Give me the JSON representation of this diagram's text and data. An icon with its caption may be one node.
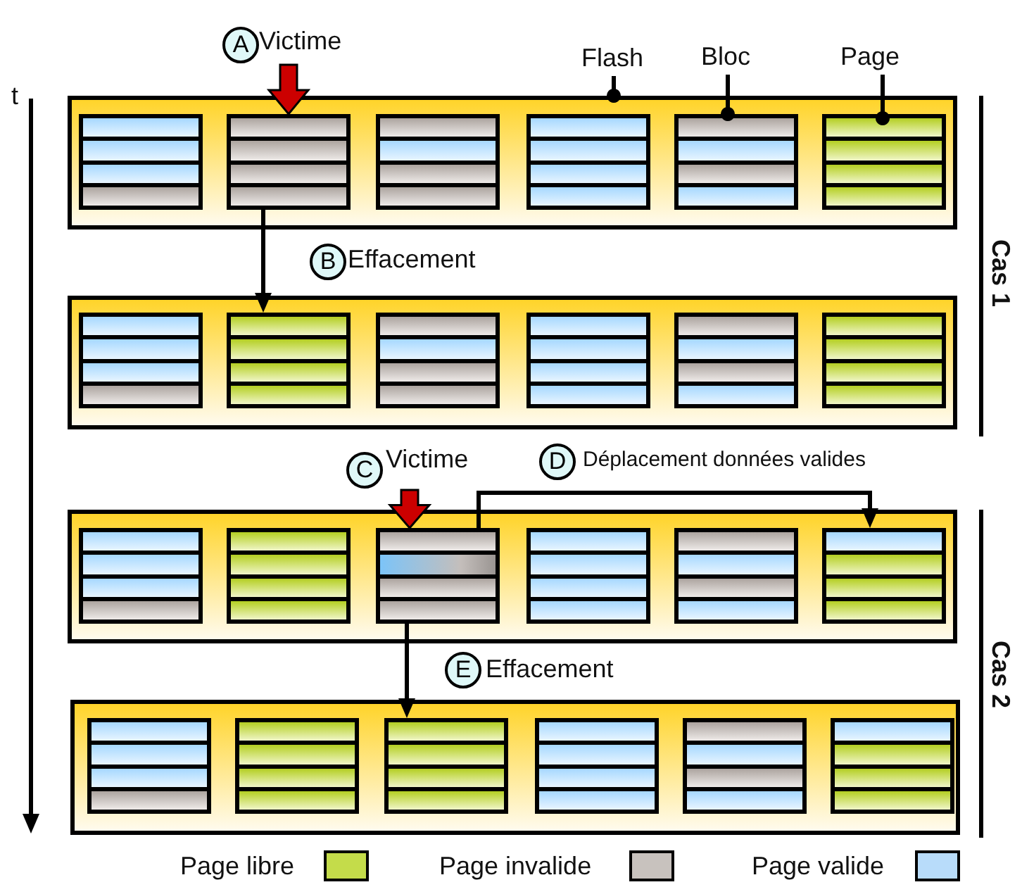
{
  "diagram": {
    "nodes": [
      {
        "text": [
          "A"
        ],
        "beside": [
          "Victime"
        ]
      },
      {
        "text": [
          "Flash"
        ]
      },
      {
        "text": [
          "Bloc"
        ]
      },
      {
        "text": [
          "Page"
        ]
      },
      {
        "text": [],
        "shape": "box"
      },
      {
        "text": [],
        "shape": "box",
        "in": 4
      },
      {
        "text": [],
        "shape": "box",
        "in": 4
      },
      {
        "text": [],
        "shape": "box",
        "in": 4
      },
      {
        "text": [],
        "shape": "box",
        "in": 4
      },
      {
        "text": [],
        "shape": "box",
        "in": 4
      },
      {
        "text": [],
        "shape": "box",
        "in": 4
      },
      {
        "text": [],
        "shape": "box",
        "in": 10
      },
      {
        "text": [],
        "shape": "box",
        "in": 10
      },
      {
        "text": [],
        "shape": "box",
        "in": 10
      },
      {
        "text": [],
        "shape": "box",
        "in": 10
      },
      {
        "text": [
          "B"
        ],
        "beside": [
          "Effacement"
        ]
      },
      {
        "text": [],
        "shape": "box"
      },
      {
        "text": [],
        "shape": "box",
        "in": 16
      },
      {
        "text": [],
        "shape": "box",
        "in": 16
      },
      {
        "text": [],
        "shape": "box",
        "in": 16
      },
      {
        "text": [],
        "shape": "box",
        "in": 16
      },
      {
        "text": [],
        "shape": "box",
        "in": 16
      },
      {
        "text": [],
        "shape": "box",
        "in": 16
      },
      {
        "text": [
          "C"
        ],
        "beside": [
          "Victime"
        ]
      },
      {
        "text": [
          "D"
        ],
        "beside": [
          "Déplacement données valides"
        ]
      },
      {
        "text": [],
        "shape": "box"
      },
      {
        "text": [],
        "shape": "box",
        "in": 25
      },
      {
        "text": [],
        "shape": "box",
        "in": 25
      },
      {
        "text": [],
        "shape": "box",
        "in": 25
      },
      {
        "text": [],
        "shape": "box",
        "in": 25
      },
      {
        "text": [],
        "shape": "box",
        "in": 25
      },
      {
        "text": [],
        "shape": "box",
        "in": 25
      },
      {
        "text": [
          "E"
        ],
        "beside": [
          "Effacement"
        ]
      },
      {
        "text": [],
        "shape": "box"
      },
      {
        "text": [],
        "shape": "box",
        "in": 33
      },
      {
        "text": [],
        "shape": "box",
        "in": 33
      },
      {
        "text": [],
        "shape": "box",
        "in": 33
      },
      {
        "text": [],
        "shape": "box",
        "in": 33
      },
      {
        "text": [],
        "shape": "box",
        "in": 33
      },
      {
        "text": [],
        "shape": "box",
        "in": 33
      }
    ],
    "edges": [
      {
        "from": 1,
        "to": 4,
        "arrow": "other"
      },
      {
        "from": 2,
        "to": 9,
        "arrow": "other"
      },
      {
        "from": 3,
        "to": 11,
        "arrow": "other"
      },
      {
        "from": 0,
        "to": 6,
        "arrow": "to",
        "style": "thick",
        "color": "#cc0000"
      },
      {
        "from": 6,
        "to": 18,
        "arrow": "to"
      },
      {
        "from": 23,
        "to": 28,
        "arrow": "to",
        "style": "thick",
        "color": "#cc0000"
      },
      {
        "from": 28,
        "to": 31,
        "arrow": "to"
      },
      {
        "from": 28,
        "to": 36,
        "arrow": "to"
      }
    ],
    "labels": [
      "t",
      "Cas 1",
      "Cas 2"
    ],
    "legend": [
      {
        "text": "Page libre",
        "color": "#c4dc4a"
      },
      {
        "text": "Page invalide",
        "color": "#c8c2be"
      },
      {
        "text": "Page valide",
        "color": "#b8dcfa"
      }
    ]
  }
}
